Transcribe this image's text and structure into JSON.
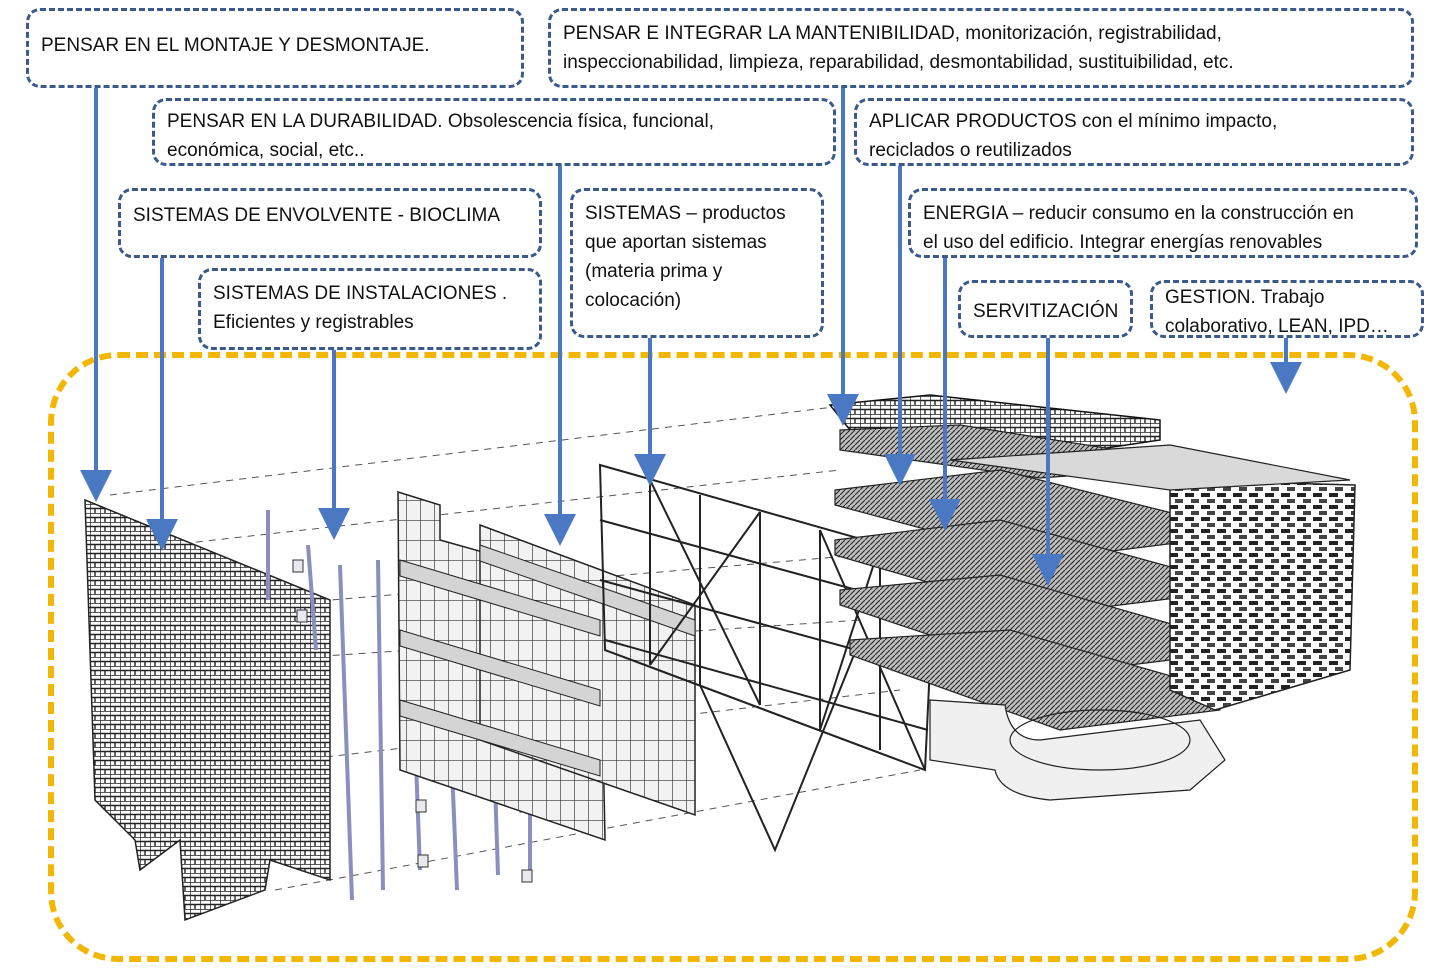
{
  "colors": {
    "box_border": "#3a5a8c",
    "arrow": "#4a78c2",
    "frame": "#f2b705",
    "line": "#333333"
  },
  "labels": {
    "montaje": "PENSAR EN EL MONTAJE Y DESMONTAJE.",
    "mantenibilidad": "PENSAR E INTEGRAR LA MANTENIBILIDAD, monitorización, registrabilidad,\ninspeccionabilidad, limpieza, reparabilidad, desmontabilidad, sustituibilidad, etc.",
    "durabilidad": "PENSAR EN LA DURABILIDAD. Obsolescencia física, funcional,\neconómica, social,  etc..",
    "productos": "APLICAR PRODUCTOS  con el mínimo impacto,\nreciclados o reutilizados",
    "envolvente": "SISTEMAS DE ENVOLVENTE - BIOCLIMA",
    "sistemas": "SISTEMAS – productos\nque aportan sistemas\n(materia  prima y\ncolocación)",
    "energia": "ENERGIA – reducir consumo en la construcción en\nel uso del edificio. Integrar energías renovables",
    "instalaciones": "SISTEMAS DE INSTALACIONES .\nEficientes y registrables",
    "servitizacion": "SERVITIZACIÓN",
    "gestion": "GESTION. Trabajo\ncolaborativo, LEAN, IPD…"
  }
}
